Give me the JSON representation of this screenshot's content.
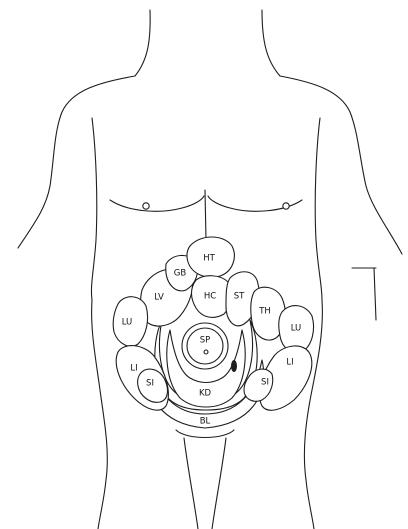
{
  "diagram": {
    "ink_color": "#1e1e1e",
    "background_color": "#ffffff",
    "zones": [
      {
        "key": "ht",
        "label": "HT"
      },
      {
        "key": "gb",
        "label": "GB"
      },
      {
        "key": "lv",
        "label": "LV"
      },
      {
        "key": "hc",
        "label": "HC"
      },
      {
        "key": "st",
        "label": "ST"
      },
      {
        "key": "th",
        "label": "TH"
      },
      {
        "key": "lu-left",
        "label": "LU"
      },
      {
        "key": "lu-right",
        "label": "LU"
      },
      {
        "key": "sp",
        "label": "SP"
      },
      {
        "key": "li-left",
        "label": "LI"
      },
      {
        "key": "li-right",
        "label": "LI"
      },
      {
        "key": "si-left",
        "label": "SI"
      },
      {
        "key": "si-right",
        "label": "SI"
      },
      {
        "key": "kd",
        "label": "KD"
      },
      {
        "key": "bl",
        "label": "BL"
      }
    ]
  }
}
